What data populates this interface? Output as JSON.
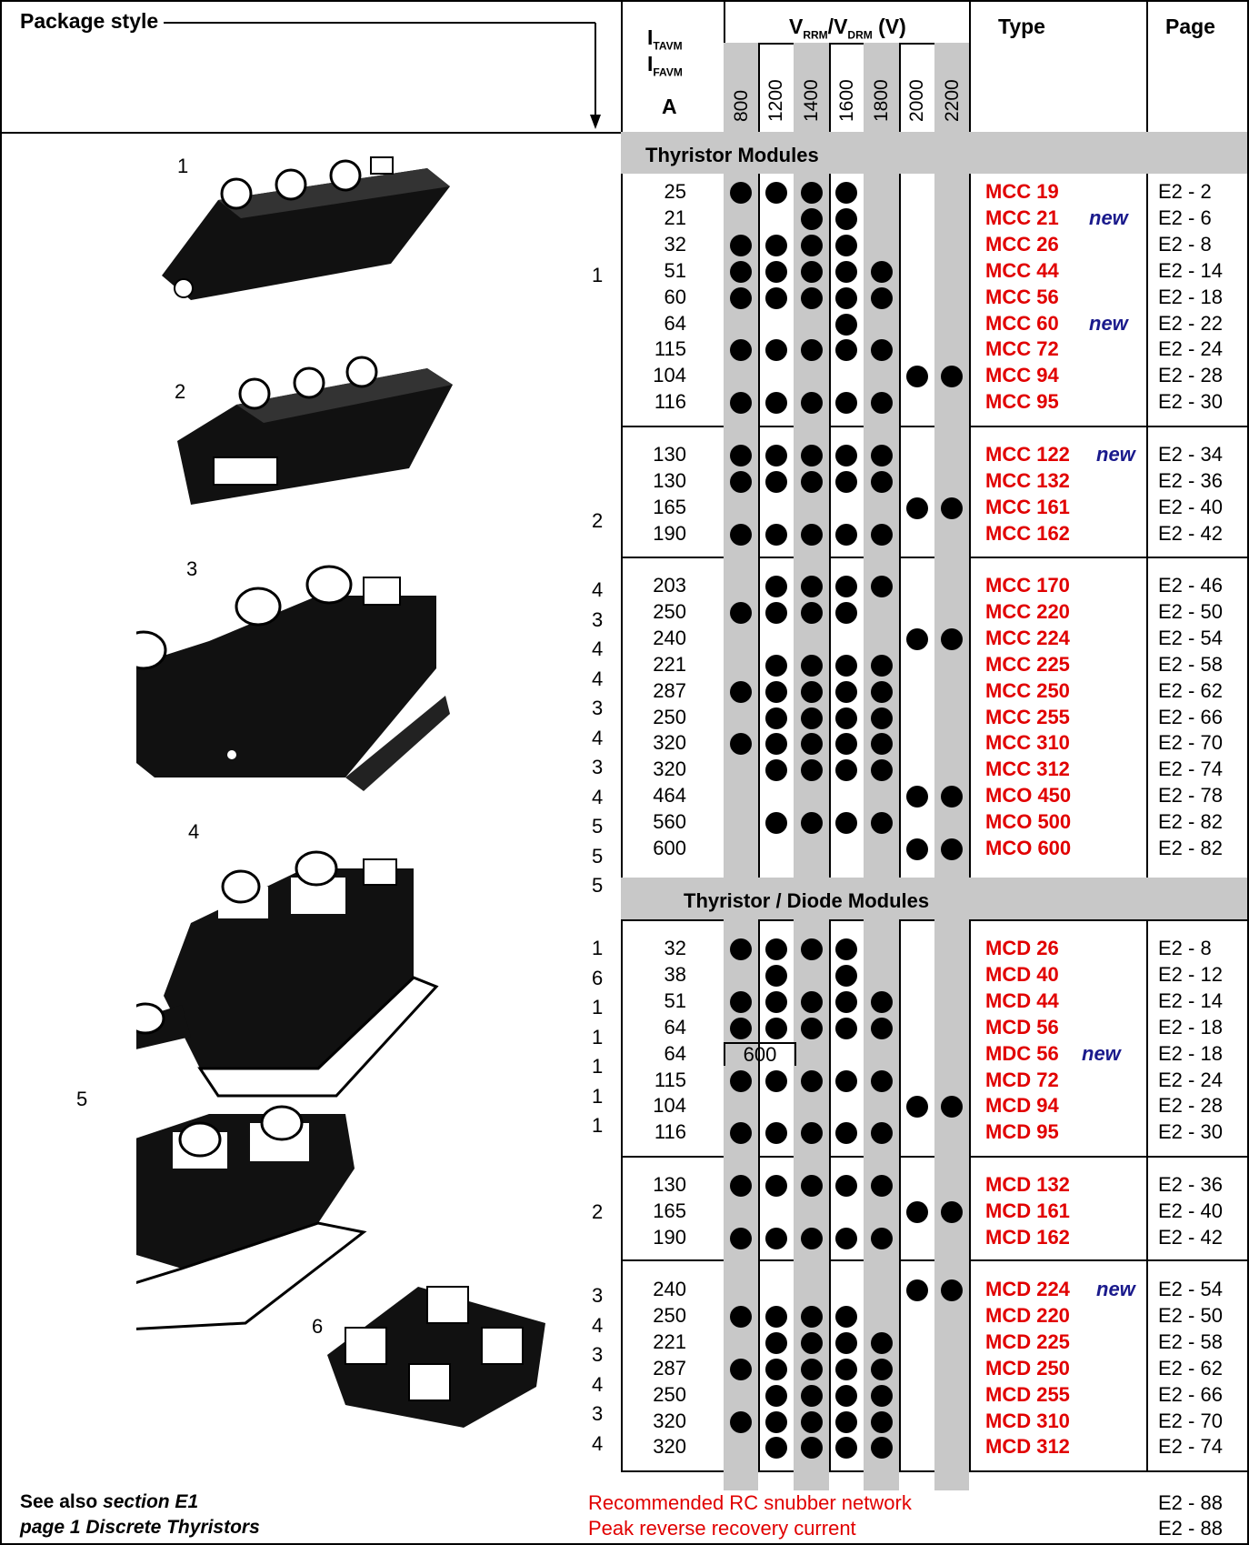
{
  "header": {
    "package_style": "Package style",
    "itavm_main": "I",
    "itavm_sub": "TAVM",
    "ifavm_main": "I",
    "ifavm_sub": "FAVM",
    "unit_a": "A",
    "v_main1": "V",
    "v_sub1": "RRM",
    "v_slash": "/",
    "v_main2": "V",
    "v_sub2": "DRM",
    "v_unit": " (V)",
    "type": "Type",
    "page": "Page",
    "voltages": [
      "800",
      "1200",
      "1400",
      "1600",
      "1800",
      "2000",
      "2200"
    ]
  },
  "sections": {
    "thyristor": "Thyristor Modules",
    "thyristor_diode": "Thyristor / Diode Modules"
  },
  "package_labels": [
    "1",
    "2",
    "3",
    "4",
    "5",
    "6"
  ],
  "groups": {
    "g1": {
      "pkg": [
        "1"
      ],
      "rows": [
        {
          "i": "25",
          "type": "MCC 19",
          "new": "",
          "page": "E2 - 2",
          "v": [
            1,
            1,
            1,
            1,
            0,
            0,
            0
          ]
        },
        {
          "i": "21",
          "type": "MCC 21",
          "new": "new",
          "page": "E2 - 6",
          "v": [
            0,
            0,
            1,
            1,
            0,
            0,
            0
          ]
        },
        {
          "i": "32",
          "type": "MCC 26",
          "new": "",
          "page": "E2 - 8",
          "v": [
            1,
            1,
            1,
            1,
            0,
            0,
            0
          ]
        },
        {
          "i": "51",
          "type": "MCC 44",
          "new": "",
          "page": "E2 - 14",
          "v": [
            1,
            1,
            1,
            1,
            1,
            0,
            0
          ]
        },
        {
          "i": "60",
          "type": "MCC 56",
          "new": "",
          "page": "E2 - 18",
          "v": [
            1,
            1,
            1,
            1,
            1,
            0,
            0
          ]
        },
        {
          "i": "64",
          "type": "MCC 60",
          "new": "new",
          "page": "E2 - 22",
          "v": [
            0,
            0,
            0,
            1,
            0,
            0,
            0
          ]
        },
        {
          "i": "115",
          "type": "MCC 72",
          "new": "",
          "page": "E2 - 24",
          "v": [
            1,
            1,
            1,
            1,
            1,
            0,
            0
          ]
        },
        {
          "i": "104",
          "type": "MCC 94",
          "new": "",
          "page": "E2 - 28",
          "v": [
            0,
            0,
            0,
            0,
            0,
            1,
            1
          ]
        },
        {
          "i": "116",
          "type": "MCC 95",
          "new": "",
          "page": "E2 - 30",
          "v": [
            1,
            1,
            1,
            1,
            1,
            0,
            0
          ]
        }
      ]
    },
    "g2": {
      "pkg": [
        "2"
      ],
      "rows": [
        {
          "i": "130",
          "type": "MCC 122",
          "new": "new",
          "page": "E2 - 34",
          "v": [
            1,
            1,
            1,
            1,
            1,
            0,
            0
          ]
        },
        {
          "i": "130",
          "type": "MCC 132",
          "new": "",
          "page": "E2 - 36",
          "v": [
            1,
            1,
            1,
            1,
            1,
            0,
            0
          ]
        },
        {
          "i": "165",
          "type": "MCC 161",
          "new": "",
          "page": "E2 - 40",
          "v": [
            0,
            0,
            0,
            0,
            0,
            1,
            1
          ]
        },
        {
          "i": "190",
          "type": "MCC 162",
          "new": "",
          "page": "E2 - 42",
          "v": [
            1,
            1,
            1,
            1,
            1,
            0,
            0
          ]
        }
      ]
    },
    "g3": {
      "pkg": [
        "4",
        "3",
        "4",
        "4",
        "3",
        "4",
        "3",
        "4",
        "5",
        "5",
        "5"
      ],
      "rows": [
        {
          "i": "203",
          "type": "MCC 170",
          "new": "",
          "page": "E2 - 46",
          "v": [
            0,
            1,
            1,
            1,
            1,
            0,
            0
          ]
        },
        {
          "i": "250",
          "type": "MCC 220",
          "new": "",
          "page": "E2 - 50",
          "v": [
            1,
            1,
            1,
            1,
            0,
            0,
            0
          ]
        },
        {
          "i": "240",
          "type": "MCC 224",
          "new": "",
          "page": "E2 - 54",
          "v": [
            0,
            0,
            0,
            0,
            0,
            1,
            1
          ]
        },
        {
          "i": "221",
          "type": "MCC 225",
          "new": "",
          "page": "E2 - 58",
          "v": [
            0,
            1,
            1,
            1,
            1,
            0,
            0
          ]
        },
        {
          "i": "287",
          "type": "MCC 250",
          "new": "",
          "page": "E2 - 62",
          "v": [
            1,
            1,
            1,
            1,
            1,
            0,
            0
          ]
        },
        {
          "i": "250",
          "type": "MCC 255",
          "new": "",
          "page": "E2 - 66",
          "v": [
            0,
            1,
            1,
            1,
            1,
            0,
            0
          ]
        },
        {
          "i": "320",
          "type": "MCC 310",
          "new": "",
          "page": "E2 - 70",
          "v": [
            1,
            1,
            1,
            1,
            1,
            0,
            0
          ]
        },
        {
          "i": "320",
          "type": "MCC 312",
          "new": "",
          "page": "E2 - 74",
          "v": [
            0,
            1,
            1,
            1,
            1,
            0,
            0
          ]
        },
        {
          "i": "464",
          "type": "MCO 450",
          "new": "",
          "page": "E2 - 78",
          "v": [
            0,
            0,
            0,
            0,
            0,
            1,
            1
          ]
        },
        {
          "i": "560",
          "type": "MCO 500",
          "new": "",
          "page": "E2 - 82",
          "v": [
            0,
            1,
            1,
            1,
            1,
            0,
            0
          ]
        },
        {
          "i": "600",
          "type": "MCO 600",
          "new": "",
          "page": "E2 - 82",
          "v": [
            0,
            0,
            0,
            0,
            0,
            1,
            1
          ]
        }
      ]
    },
    "g4": {
      "pkg": [
        "1",
        "6",
        "1",
        "1",
        "1",
        "1",
        "1"
      ],
      "rows": [
        {
          "i": "32",
          "type": "MCD 26",
          "new": "",
          "page": "E2 - 8",
          "v": [
            1,
            1,
            1,
            1,
            0,
            0,
            0
          ]
        },
        {
          "i": "38",
          "type": "MCD 40",
          "new": "",
          "page": "E2 - 12",
          "v": [
            0,
            1,
            0,
            1,
            0,
            0,
            0
          ]
        },
        {
          "i": "51",
          "type": "MCD 44",
          "new": "",
          "page": "E2 - 14",
          "v": [
            1,
            1,
            1,
            1,
            1,
            0,
            0
          ]
        },
        {
          "i": "64",
          "type": "MCD 56",
          "new": "",
          "page": "E2 - 18",
          "v": [
            1,
            1,
            1,
            1,
            1,
            0,
            0
          ]
        },
        {
          "i": "64",
          "type": "MDC 56",
          "new": "new",
          "page": "E2 - 18",
          "v": [
            0,
            0,
            0,
            0,
            0,
            0,
            0
          ]
        },
        {
          "i": "115",
          "type": "MCD 72",
          "new": "",
          "page": "E2 - 24",
          "v": [
            1,
            1,
            1,
            1,
            1,
            0,
            0
          ]
        },
        {
          "i": "104",
          "type": "MCD 94",
          "new": "",
          "page": "E2 - 28",
          "v": [
            0,
            0,
            0,
            0,
            0,
            1,
            1
          ]
        },
        {
          "i": "116",
          "type": "MCD 95",
          "new": "",
          "page": "E2 - 30",
          "v": [
            1,
            1,
            1,
            1,
            1,
            0,
            0
          ]
        }
      ],
      "mdc_voltage": "600"
    },
    "g5": {
      "pkg": [
        "2"
      ],
      "rows": [
        {
          "i": "130",
          "type": "MCD 132",
          "new": "",
          "page": "E2 - 36",
          "v": [
            1,
            1,
            1,
            1,
            1,
            0,
            0
          ]
        },
        {
          "i": "165",
          "type": "MCD 161",
          "new": "",
          "page": "E2 - 40",
          "v": [
            0,
            0,
            0,
            0,
            0,
            1,
            1
          ]
        },
        {
          "i": "190",
          "type": "MCD 162",
          "new": "",
          "page": "E2 - 42",
          "v": [
            1,
            1,
            1,
            1,
            1,
            0,
            0
          ]
        }
      ]
    },
    "g6": {
      "pkg": [
        "3",
        "4",
        "3",
        "4",
        "3",
        "4"
      ],
      "rows": [
        {
          "i": "240",
          "type": "MCD 224",
          "new": "new",
          "page": "E2 - 54",
          "v": [
            0,
            0,
            0,
            0,
            0,
            1,
            1
          ]
        },
        {
          "i": "250",
          "type": "MCD 220",
          "new": "",
          "page": "E2 - 50",
          "v": [
            1,
            1,
            1,
            1,
            0,
            0,
            0
          ]
        },
        {
          "i": "221",
          "type": "MCD 225",
          "new": "",
          "page": "E2 - 58",
          "v": [
            0,
            1,
            1,
            1,
            1,
            0,
            0
          ]
        },
        {
          "i": "287",
          "type": "MCD 250",
          "new": "",
          "page": "E2 - 62",
          "v": [
            1,
            1,
            1,
            1,
            1,
            0,
            0
          ]
        },
        {
          "i": "250",
          "type": "MCD 255",
          "new": "",
          "page": "E2 - 66",
          "v": [
            0,
            1,
            1,
            1,
            1,
            0,
            0
          ]
        },
        {
          "i": "320",
          "type": "MCD 310",
          "new": "",
          "page": "E2 - 70",
          "v": [
            1,
            1,
            1,
            1,
            1,
            0,
            0
          ]
        },
        {
          "i": "320",
          "type": "MCD 312",
          "new": "",
          "page": "E2 - 74",
          "v": [
            0,
            1,
            1,
            1,
            1,
            0,
            0
          ]
        }
      ]
    }
  },
  "footer": {
    "see_also_1": "See also",
    "see_also_2": "section E1",
    "see_also_3": "page 1 Discrete Thyristors",
    "notes": [
      {
        "text": "Recommended RC  snubber network",
        "page": "E2 - 88"
      },
      {
        "text": "Peak reverse recovery current",
        "page": "E2 - 88"
      }
    ]
  }
}
